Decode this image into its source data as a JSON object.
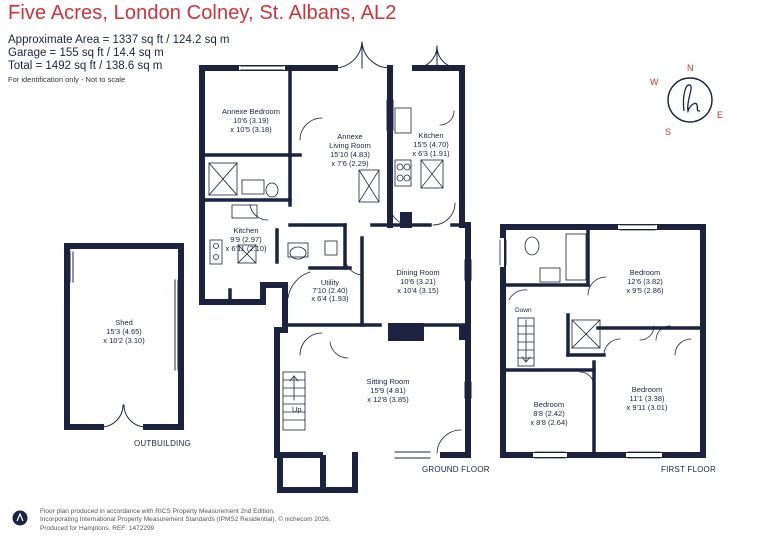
{
  "header": {
    "title": "Five Acres, London Colney, St. Albans, AL2",
    "approx_area": "Approximate Area = 1337 sq ft / 124.2 sq m",
    "garage": "Garage = 155 sq ft / 14.4 sq m",
    "total": "Total = 1492 sq ft / 138.6 sq m",
    "note": "For identification only - Not to scale"
  },
  "compass": {
    "n": "N",
    "e": "E",
    "s": "S",
    "w": "W"
  },
  "rooms": {
    "annexe_bedroom": {
      "name": "Annexe Bedroom",
      "dim1": "10'6 (3.19)",
      "dim2": "x 10'5 (3.18)"
    },
    "annexe_living": {
      "name1": "Annexe",
      "name2": "Living Room",
      "dim1": "15'10 (4.83)",
      "dim2": "x 7'6 (2.29)"
    },
    "kitchen_main": {
      "name": "Kitchen",
      "dim1": "15'5 (4.70)",
      "dim2": "x 6'3 (1.91)"
    },
    "kitchen_annexe": {
      "name": "Kitchen",
      "dim1": "9'9 (2.97)",
      "dim2": "x 6'11 (2.10)"
    },
    "utility": {
      "name": "Utility",
      "dim1": "7'10 (2.40)",
      "dim2": "x 6'4 (1.93)"
    },
    "dining": {
      "name": "Dining Room",
      "dim1": "10'6 (3.21)",
      "dim2": "x 10'4 (3.15)"
    },
    "sitting": {
      "name": "Sitting Room",
      "dim1": "15'9 (4.81)",
      "dim2": "x 12'8 (3.85)"
    },
    "shed": {
      "name": "Shed",
      "dim1": "15'3 (4.65)",
      "dim2": "x 10'2 (3.10)"
    },
    "bedroom_1": {
      "name": "Bedroom",
      "dim1": "12'6 (3.82)",
      "dim2": "x 9'5 (2.86)"
    },
    "bedroom_2": {
      "name": "Bedroom",
      "dim1": "8'8 (2.42)",
      "dim2": "x 8'8 (2.64)"
    },
    "bedroom_3": {
      "name": "Bedroom",
      "dim1": "11'1 (3.38)",
      "dim2": "x 9'11 (3.01)"
    }
  },
  "stairs": {
    "up": "Up",
    "down": "Down"
  },
  "captions": {
    "outbuilding": "OUTBUILDING",
    "ground_floor": "GROUND FLOOR",
    "first_floor": "FIRST FLOOR"
  },
  "footer": {
    "line1": "Floor plan produced in accordance with RICS Property Measurement 2nd Edition,",
    "line2": "Incorporating International Property Measurement Standards (IPMS2 Residential).  © nichecom 2026.",
    "line3": "Produced for Hamptons.   REF: 1472299"
  },
  "colors": {
    "wall": "#1b2340",
    "title": "#d2313a",
    "compass_dir": "#d2313a"
  }
}
